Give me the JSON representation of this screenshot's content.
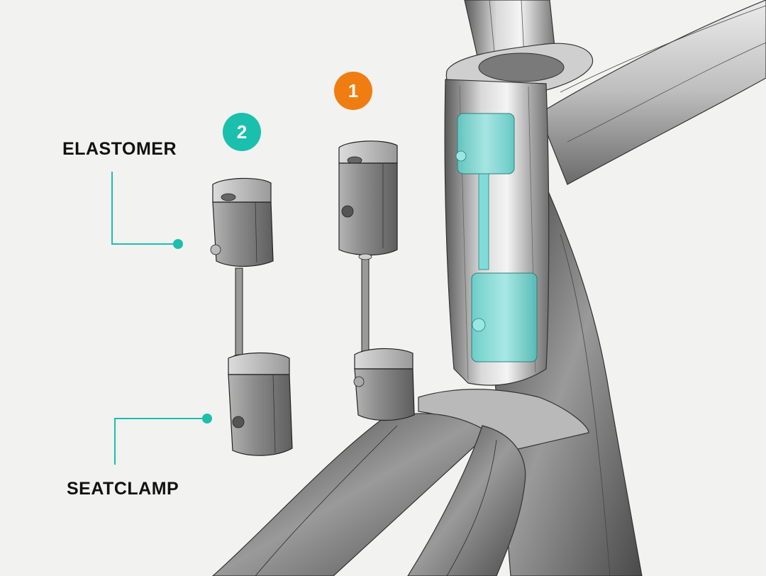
{
  "labels": {
    "elastomer": "ELASTOMER",
    "seatclamp": "SEATCLAMP"
  },
  "badges": {
    "step1": "1",
    "step2": "2"
  },
  "colors": {
    "background": "#f2f2f1",
    "accent_teal": "#1bbfae",
    "accent_orange": "#f07d12",
    "highlight_cyan": "#7fdcd8",
    "frame_gray": "#8a8a8a",
    "outline": "#222222"
  }
}
